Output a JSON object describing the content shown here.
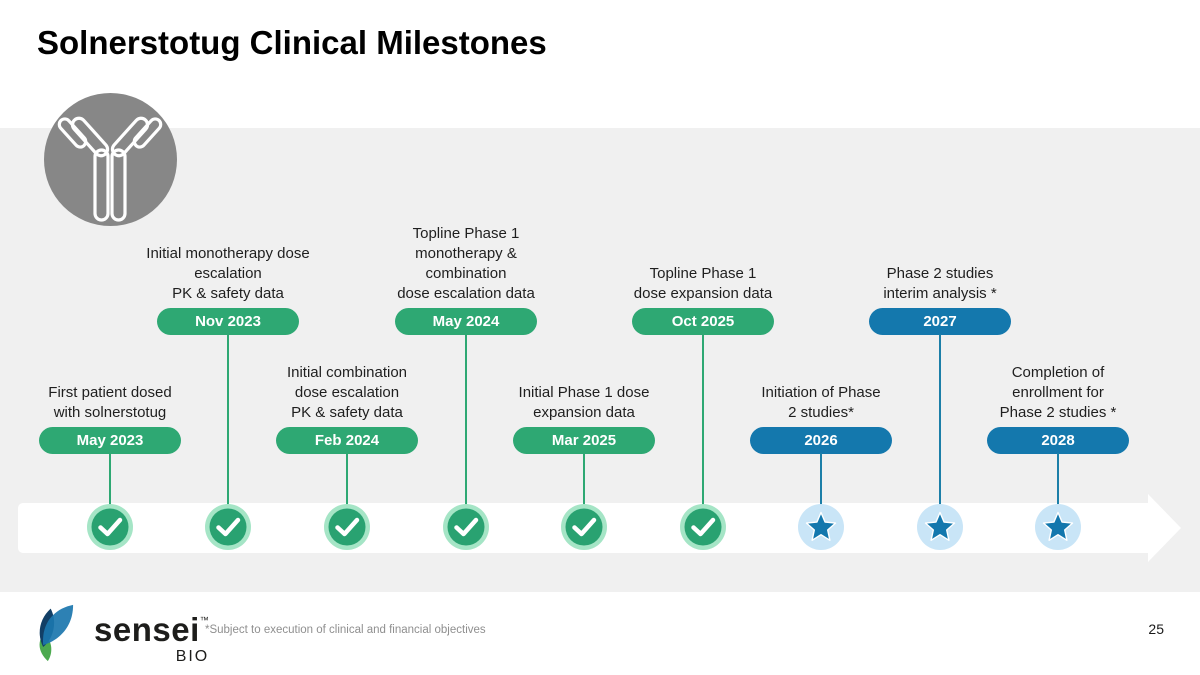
{
  "slide": {
    "title": "Solnerstotug Clinical Milestones",
    "footnote": "*Subject to execution of clinical and financial objectives",
    "page_number": "25"
  },
  "logo": {
    "name": "sensei",
    "tm": "™",
    "sub": "BIO"
  },
  "colors": {
    "milestone_green": "#2ea873",
    "milestone_green_light": "#a5e5c6",
    "milestone_blue": "#1478ad",
    "milestone_blue_light": "#c9e5f7",
    "band_gray": "#f0f0f0",
    "antibody_gray": "#878787"
  },
  "milestones": [
    {
      "date": "May 2023",
      "label": "First patient dosed\nwith solnerstotug",
      "row": "bottom",
      "status": "completed",
      "marker": "check",
      "color": "green"
    },
    {
      "date": "Nov 2023",
      "label": "Initial monotherapy dose\nescalation\nPK & safety data",
      "row": "top",
      "status": "completed",
      "marker": "check",
      "color": "green"
    },
    {
      "date": "Feb 2024",
      "label": "Initial combination\ndose escalation\nPK & safety data",
      "row": "bottom",
      "status": "completed",
      "marker": "check",
      "color": "green"
    },
    {
      "date": "May 2024",
      "label": "Topline Phase 1\nmonotherapy &\ncombination\ndose escalation data",
      "row": "top",
      "status": "completed",
      "marker": "check",
      "color": "green"
    },
    {
      "date": "Mar 2025",
      "label": "Initial Phase 1 dose\nexpansion data",
      "row": "bottom",
      "status": "completed",
      "marker": "check",
      "color": "green"
    },
    {
      "date": "Oct 2025",
      "label": "Topline Phase 1\ndose expansion data",
      "row": "top",
      "status": "completed",
      "marker": "check",
      "color": "green"
    },
    {
      "date": "2026",
      "label": "Initiation of Phase\n2 studies*",
      "row": "bottom",
      "status": "upcoming",
      "marker": "star",
      "color": "blue"
    },
    {
      "date": "2027",
      "label": "Phase 2 studies\ninterim analysis *",
      "row": "top",
      "status": "upcoming",
      "marker": "star",
      "color": "blue"
    },
    {
      "date": "2028",
      "label": "Completion of\nenrollment for\nPhase 2 studies *",
      "row": "bottom",
      "status": "upcoming",
      "marker": "star",
      "color": "blue"
    }
  ]
}
